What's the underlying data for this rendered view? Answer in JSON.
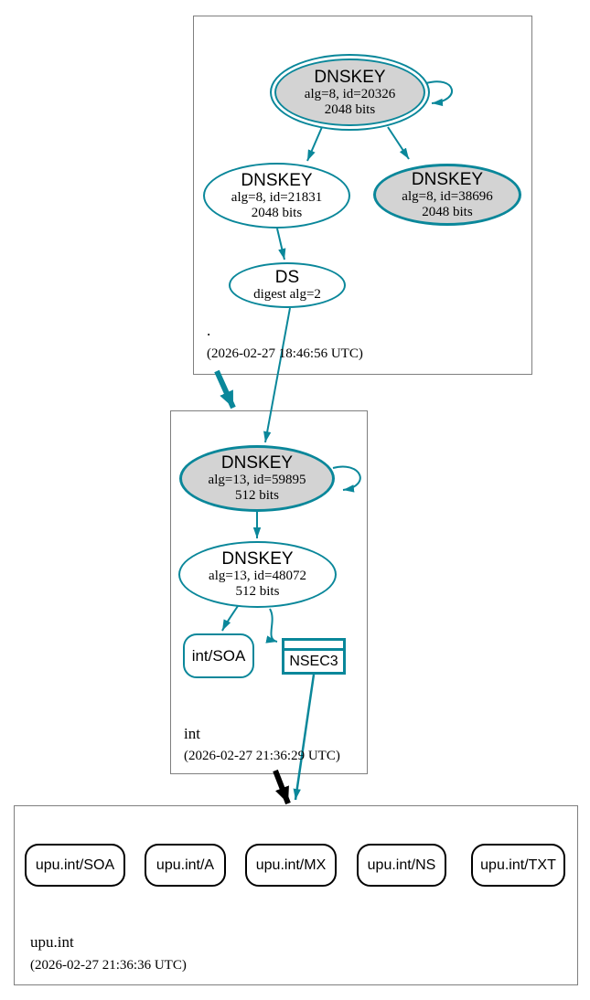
{
  "colors": {
    "secure_teal": "#0a879a",
    "node_gray_fill": "#d3d3d3",
    "zone_border_gray": "#7f7f7f",
    "delegation_black": "#000000"
  },
  "zones": {
    "root": {
      "label": ".",
      "timestamp": "(2026-02-27 18:46:56 UTC)"
    },
    "int": {
      "label": "int",
      "timestamp": "(2026-02-27 21:36:29 UTC)"
    },
    "upu": {
      "label": "upu.int",
      "timestamp": "(2026-02-27 21:36:36 UTC)"
    }
  },
  "nodes": {
    "root_ksk": {
      "title": "DNSKEY",
      "detail1": "alg=8, id=20326",
      "detail2": "2048 bits"
    },
    "root_zsk": {
      "title": "DNSKEY",
      "detail1": "alg=8, id=21831",
      "detail2": "2048 bits"
    },
    "root_38696": {
      "title": "DNSKEY",
      "detail1": "alg=8, id=38696",
      "detail2": "2048 bits"
    },
    "root_ds": {
      "title": "DS",
      "detail1": "digest alg=2"
    },
    "int_ksk": {
      "title": "DNSKEY",
      "detail1": "alg=13, id=59895",
      "detail2": "512 bits"
    },
    "int_zsk": {
      "title": "DNSKEY",
      "detail1": "alg=13, id=48072",
      "detail2": "512 bits"
    },
    "int_soa": {
      "label": "int/SOA"
    },
    "int_nsec3": {
      "label": "NSEC3"
    },
    "upu_soa": {
      "label": "upu.int/SOA"
    },
    "upu_a": {
      "label": "upu.int/A"
    },
    "upu_mx": {
      "label": "upu.int/MX"
    },
    "upu_ns": {
      "label": "upu.int/NS"
    },
    "upu_txt": {
      "label": "upu.int/TXT"
    }
  }
}
